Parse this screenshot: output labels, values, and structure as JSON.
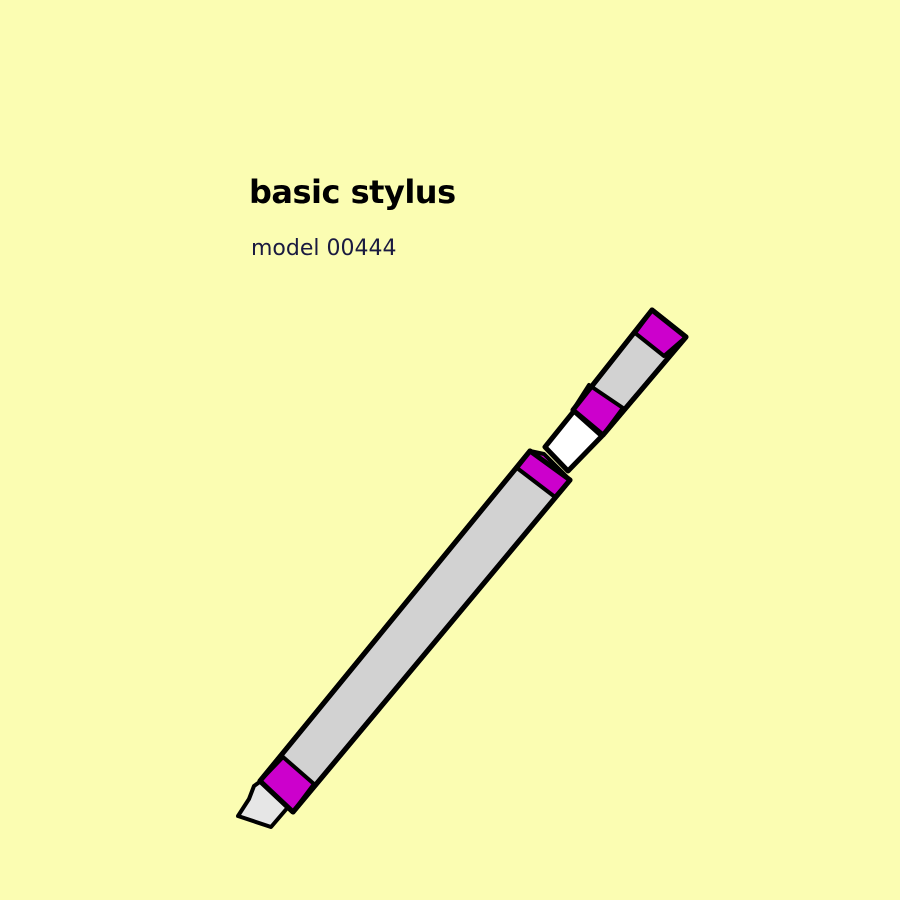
{
  "product": {
    "title": "basic stylus",
    "model": "model 00444"
  },
  "colors": {
    "background": "#fbfdb2",
    "barrel": "#d2d2d2",
    "band": "#cc00cc",
    "window": "#ffffff",
    "tip": "#e6e6e6",
    "outline": "#000000"
  },
  "illustration": {
    "object": "stylus",
    "band_count": 4
  }
}
